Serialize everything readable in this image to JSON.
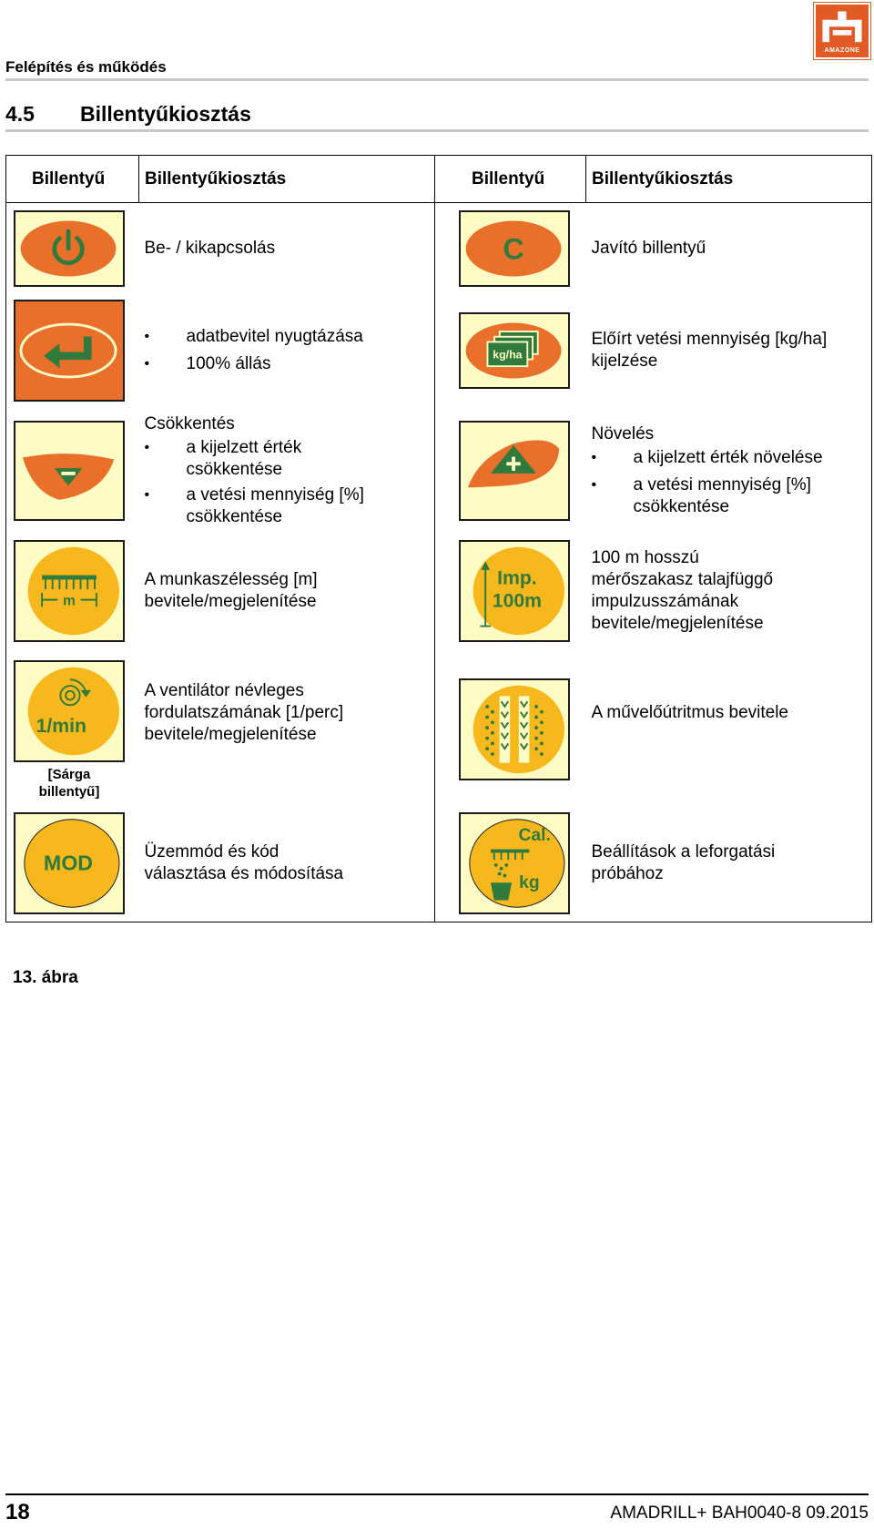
{
  "logo": {
    "text": "AMAZONE",
    "color": "#e25b26"
  },
  "header": {
    "title": "Felépítés és működés"
  },
  "section": {
    "number": "4.5",
    "title": "Billentyűkiosztás"
  },
  "table": {
    "headers": [
      "Billentyű",
      "Billentyűkiosztás",
      "Billentyű",
      "Billentyűkiosztás"
    ],
    "rows": [
      {
        "left": {
          "icon": "power-icon",
          "lines": [
            "Be- / kikapcsolás"
          ]
        },
        "right": {
          "icon": "c-key-icon",
          "key_text": "C",
          "lines": [
            "Javító billentyű"
          ]
        }
      },
      {
        "left": {
          "icon": "enter-arrow-icon",
          "bullets": [
            "adatbevitel nyugtázása",
            "100% állás"
          ]
        },
        "right": {
          "icon": "kgha-icon",
          "key_text": "kg/ha",
          "lines": [
            "Előírt vetési mennyiség [kg/ha]",
            "kijelzése"
          ]
        }
      },
      {
        "left": {
          "icon": "minus-icon",
          "title": "Csökkentés",
          "bullets": [
            [
              "a kijelzett érték",
              "csökkentése"
            ],
            [
              "a vetési mennyiség [%]",
              "csökkentése"
            ]
          ]
        },
        "right": {
          "icon": "plus-icon",
          "title": "Növelés",
          "bullets": [
            [
              "a kijelzett érték növelése"
            ],
            [
              "a vetési mennyiség [%]",
              "csökkentése"
            ]
          ]
        }
      },
      {
        "left": {
          "icon": "working-width-icon",
          "key_text": "m",
          "lines": [
            "A munkaszélesség [m]",
            "bevitele/megjelenítése"
          ]
        },
        "right": {
          "icon": "impulse-icon",
          "key_text": [
            "Imp.",
            "100m"
          ],
          "lines": [
            "100 m hosszú",
            "mérőszakasz talajfüggő",
            "impulzusszámának",
            "bevitele/megjelenítése"
          ]
        }
      },
      {
        "left": {
          "icon": "fan-speed-icon",
          "key_text": "1/min",
          "note": [
            "[Sárga",
            "billentyű]"
          ],
          "lines": [
            "A ventilátor névleges",
            "fordulatszámának [1/perc]",
            "bevitele/megjelenítése"
          ]
        },
        "right": {
          "icon": "tramline-icon",
          "lines": [
            "A művelőútritmus bevitele"
          ]
        }
      },
      {
        "left": {
          "icon": "mode-icon",
          "key_text": "MOD",
          "lines": [
            "Üzemmód és kód",
            "választása és módosítása"
          ]
        },
        "right": {
          "icon": "calibration-icon",
          "key_text": [
            "Cal.",
            "kg"
          ],
          "lines": [
            "Beállítások a leforgatási",
            "próbához"
          ]
        }
      }
    ]
  },
  "caption": "13. ábra",
  "footer": {
    "page": "18",
    "doc": "AMADRILL+  BAH0040-8  09.2015"
  },
  "colors": {
    "orange": "#e8702a",
    "yellow": "#f6b81c",
    "green": "#2f7a3c",
    "key_bg": "#fffbc4"
  }
}
